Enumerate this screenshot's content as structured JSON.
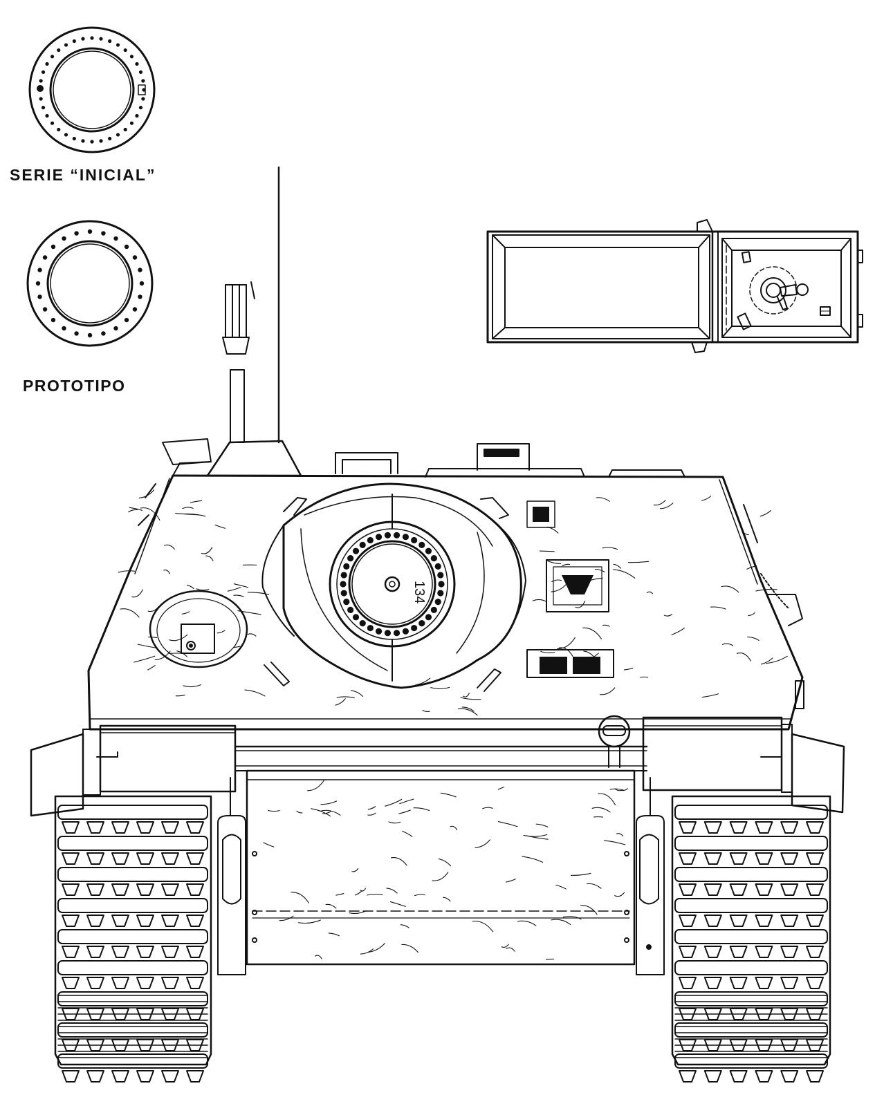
{
  "labels": {
    "serie_inicial": "SERIE “INICIAL”",
    "prototipo": "PROTOTIPO"
  },
  "hull_marking": "134",
  "colors": {
    "ink": "#111111",
    "paper": "#ffffff",
    "fill_dark": "#1a1a1a"
  }
}
